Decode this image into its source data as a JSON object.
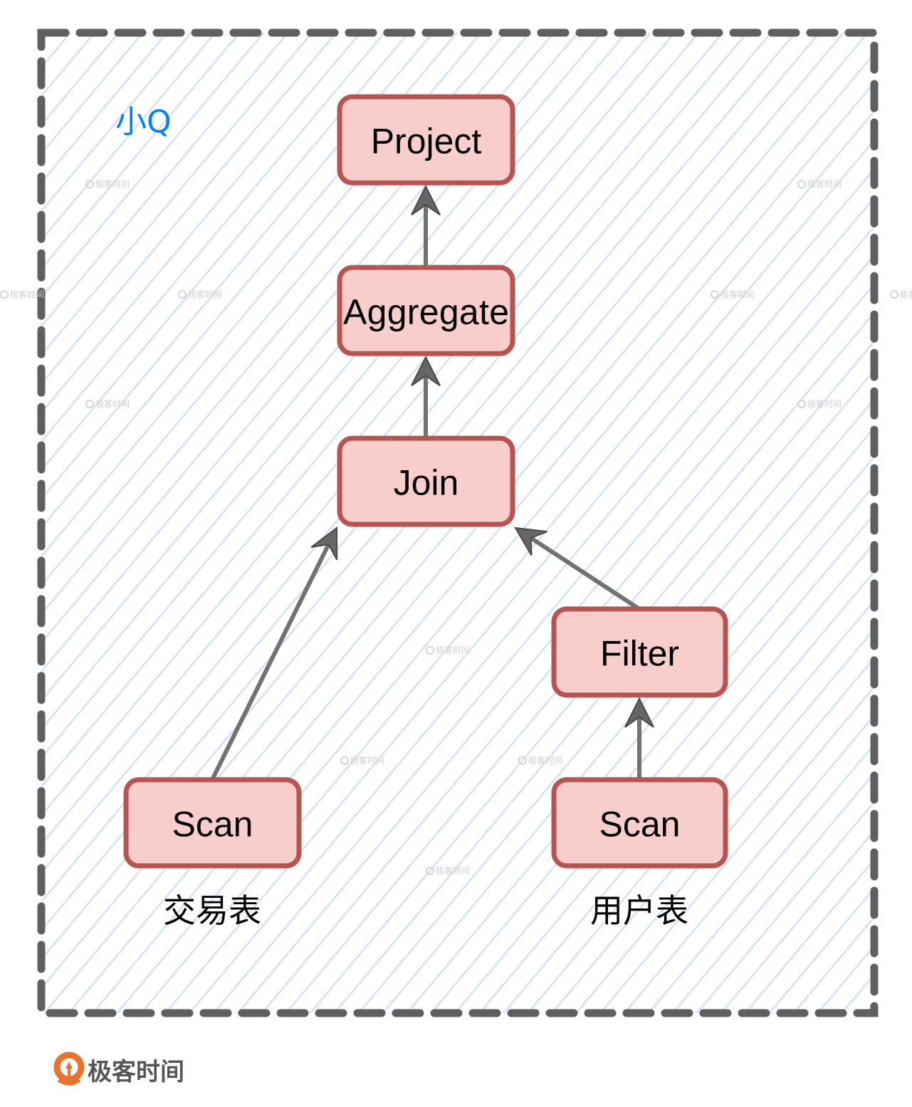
{
  "diagram": {
    "group": {
      "label": "小Q",
      "label_color": "#007fff",
      "hatch_color": "#cfe2fa",
      "border_color": "#5f5f5f"
    },
    "node_style": {
      "fill": "#f8cecc",
      "stroke": "#b85450"
    },
    "edge_color": "#666666",
    "nodes": [
      {
        "id": "project",
        "label": "Project"
      },
      {
        "id": "aggregate",
        "label": "Aggregate"
      },
      {
        "id": "join",
        "label": "Join"
      },
      {
        "id": "filter",
        "label": "Filter"
      },
      {
        "id": "scan_left",
        "label": "Scan"
      },
      {
        "id": "scan_right",
        "label": "Scan"
      }
    ],
    "edges": [
      {
        "from": "aggregate",
        "to": "project"
      },
      {
        "from": "join",
        "to": "aggregate"
      },
      {
        "from": "scan_left",
        "to": "join"
      },
      {
        "from": "filter",
        "to": "join"
      },
      {
        "from": "scan_right",
        "to": "filter"
      }
    ],
    "table_labels": [
      {
        "for": "scan_left",
        "text": "交易表"
      },
      {
        "for": "scan_right",
        "text": "用户表"
      }
    ]
  },
  "watermark": {
    "text": "极客时间"
  },
  "brand": {
    "text": "极客时间",
    "logo_color": "#e8742c"
  }
}
